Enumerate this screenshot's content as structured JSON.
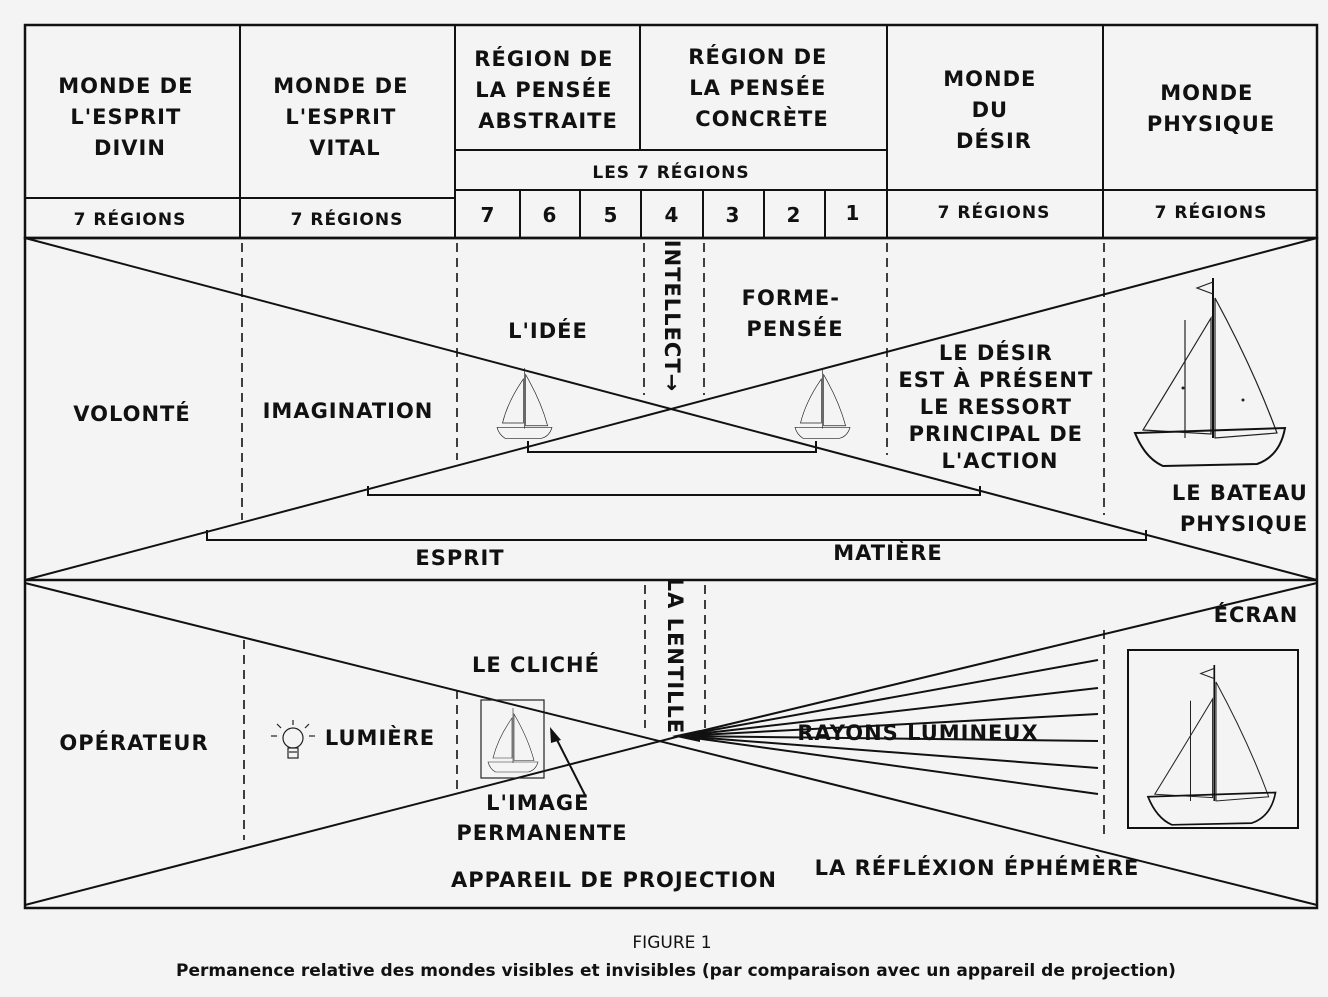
{
  "header": {
    "col1": [
      "MONDE DE",
      "L'ESPRIT",
      "DIVIN"
    ],
    "col2": [
      "MONDE DE",
      "L'ESPRIT",
      "VITAL"
    ],
    "col3": [
      "RÉGION DE",
      "LA PENSÉE",
      "ABSTRAITE"
    ],
    "col4": [
      "RÉGION DE",
      "LA PENSÉE",
      "CONCRÈTE"
    ],
    "col5": [
      "MONDE",
      "DU",
      "DÉSIR"
    ],
    "col6": [
      "MONDE",
      "PHYSIQUE"
    ],
    "seven_regions_band": "LES 7 RÉGIONS",
    "regions_label": "7 RÉGIONS",
    "region_numbers": [
      "7",
      "6",
      "5",
      "4",
      "3",
      "2",
      "1"
    ]
  },
  "upper": {
    "volonte": "VOLONTÉ",
    "imagination": "IMAGINATION",
    "idee": "L'IDÉE",
    "intellect": "INTELLECT→",
    "forme_pensee": [
      "FORME-",
      "PENSÉE"
    ],
    "desir": [
      "LE DÉSIR",
      "EST À PRÉSENT",
      "LE RESSORT",
      "PRINCIPAL DE",
      "L'ACTION"
    ],
    "bateau": [
      "LE BATEAU",
      "PHYSIQUE"
    ],
    "esprit": "ESPRIT",
    "matiere": "MATIÈRE"
  },
  "lower": {
    "operateur": "OPÉRATEUR",
    "lumiere": "LUMIÈRE",
    "cliche": "LE CLICHÉ",
    "lentille": "LA LENTILLE",
    "image": [
      "L'IMAGE",
      "PERMANENTE"
    ],
    "rayons": "RAYONS LUMINEUX",
    "ecran": "ÉCRAN",
    "appareil": "APPAREIL DE PROJECTION",
    "reflexion": "LA RÉFLÉXION ÉPHÉMÈRE"
  },
  "caption": {
    "figure": "FIGURE 1",
    "text": "Permanence relative des mondes visibles et invisibles (par comparaison avec un appareil de projection)"
  }
}
